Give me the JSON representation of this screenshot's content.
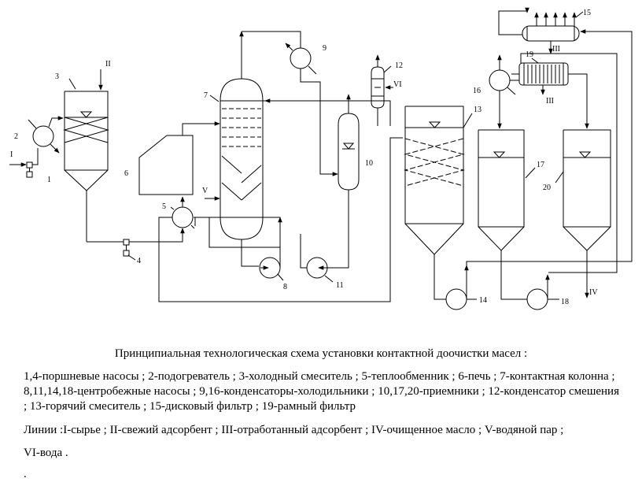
{
  "figure": {
    "labels": {
      "n1": "1",
      "n2": "2",
      "n3": "3",
      "n4": "4",
      "n5": "5",
      "n6": "6",
      "n7": "7",
      "n8": "8",
      "n9": "9",
      "n10": "10",
      "n11": "11",
      "n12": "12",
      "n13": "13",
      "n14": "14",
      "n15": "15",
      "n16": "16",
      "n17": "17",
      "n18": "18",
      "n19": "19",
      "n20": "20",
      "line_I": "I",
      "line_II": "II",
      "line_III_a": "III",
      "line_III_b": "III",
      "line_IV": "IV",
      "line_V": "V",
      "line_VI": "VI"
    }
  },
  "caption": {
    "title": "Принципиальная технологическая схема установки контактной доочистки масел :",
    "legend": "1,4-поршневые насосы ; 2-подогреватель ; 3-холодный смеситель ; 5-теплообменник ; 6-печь ; 7-контактная колонна ; 8,11,14,18-центробежные насосы ; 9,16-конденсаторы-холодильники ; 10,17,20-приемники ; 12-конденсатор смешения ; 13-горячий смеситель ; 15-дисковый фильтр ; 19-рамный фильтр",
    "lines_1": "Линии :I-сырье ; II-свежий адсорбент ; III-отработанный адсорбент ; IV-очищенное масло ; V-водяной пар ;",
    "lines_2": "VI-вода .",
    "trailing": "."
  }
}
